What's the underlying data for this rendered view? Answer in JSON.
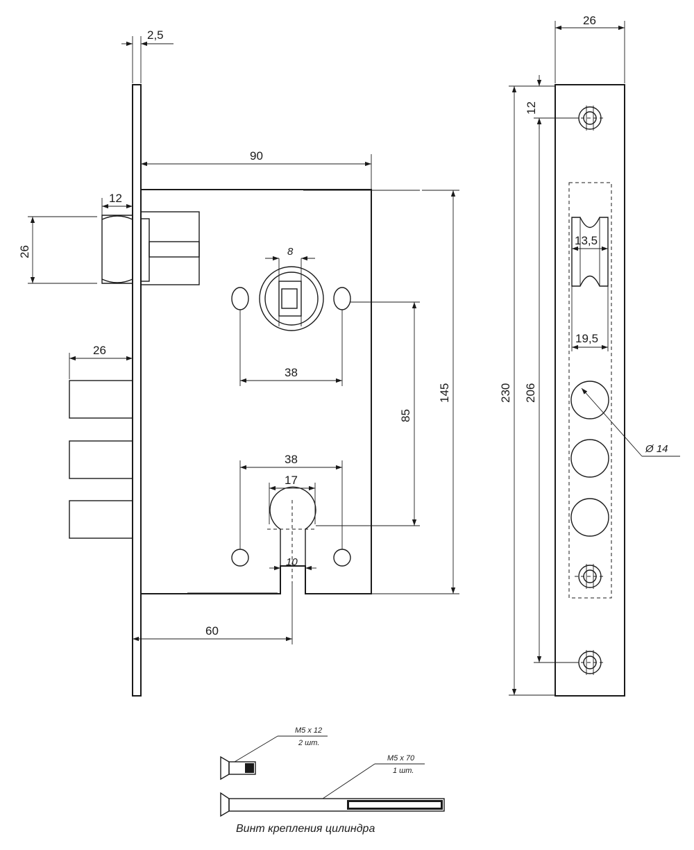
{
  "dimensions": {
    "faceplate_thickness": "2,5",
    "body_width": "90",
    "latch_depth": "12",
    "latch_height": "26",
    "bolt_throw": "26",
    "spindle_square": "8",
    "spindle_screw_spacing": "38",
    "cylinder_screw_spacing": "38",
    "cylinder_width": "17",
    "cylinder_slot": "10",
    "center_distance": "85",
    "body_height": "145",
    "backset": "60",
    "strike_width": "26",
    "strike_screw_offset": "12",
    "strike_latch_hole": "13,5",
    "strike_latch_window": "19,5",
    "strike_length": "230",
    "strike_screw_spacing": "206",
    "bolt_hole_diameter": "Ø 14"
  },
  "screws": {
    "short": {
      "size": "M5 x 12",
      "qty": "2 шт."
    },
    "long": {
      "size": "M5 x 70",
      "qty": "1 шт."
    },
    "caption": "Винт крепления цилиндра"
  }
}
